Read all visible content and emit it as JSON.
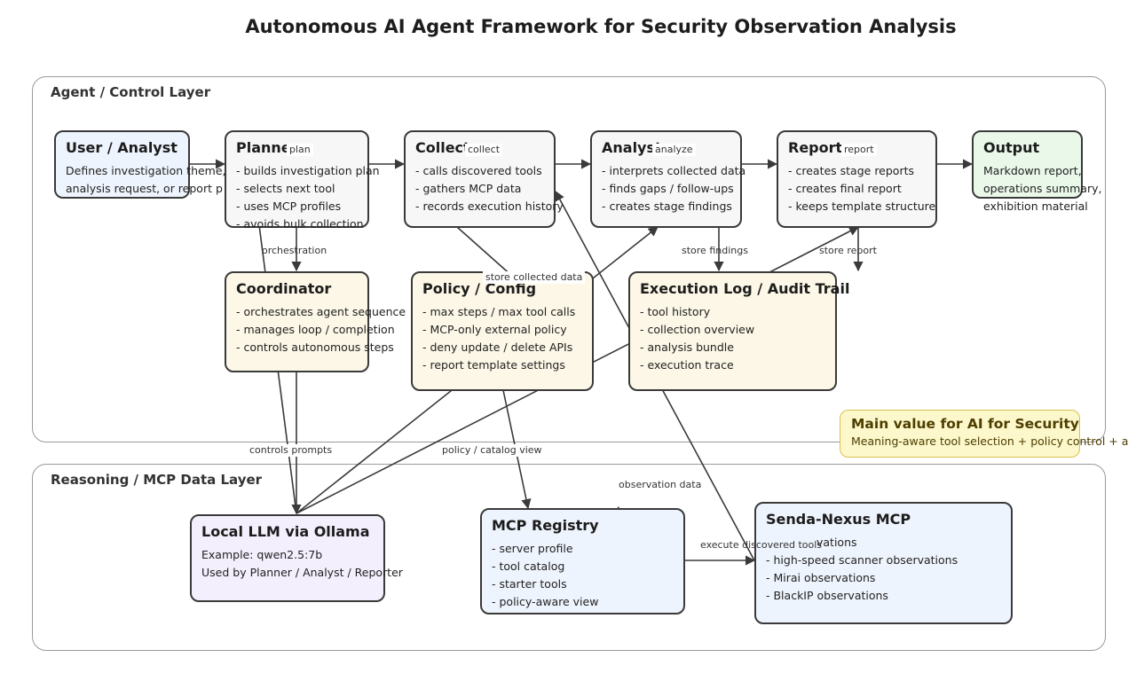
{
  "title": "Autonomous AI Agent Framework for Security Observation Analysis",
  "layers": {
    "control": "Agent / Control Layer",
    "reasoning": "Reasoning / MCP Data Layer"
  },
  "nodes": {
    "user": {
      "title": "User / Analyst",
      "lines": [
        "Defines investigation theme,",
        "analysis request, or report p"
      ]
    },
    "planner": {
      "title": "Planner",
      "lines": [
        "- builds investigation plan",
        "- selects next tool",
        "- uses MCP profiles",
        "- avoids bulk collection"
      ]
    },
    "collector": {
      "title": "Collector",
      "lines": [
        "- calls discovered tools",
        "- gathers MCP data",
        "- records execution history"
      ]
    },
    "analyst": {
      "title": "Analyst",
      "lines": [
        "- interprets collected data",
        "- finds gaps / follow-ups",
        "- creates stage findings"
      ]
    },
    "reporter": {
      "title": "Reporter",
      "lines": [
        "- creates stage reports",
        "- creates final report",
        "- keeps template structure"
      ]
    },
    "output": {
      "title": "Output",
      "lines": [
        "Markdown report,",
        "operations summary,",
        "exhibition material"
      ]
    },
    "coordinator": {
      "title": "Coordinator",
      "lines": [
        "- orchestrates agent sequence",
        "- manages loop / completion",
        "- controls autonomous steps"
      ]
    },
    "policy": {
      "title": "Policy / Config",
      "lines": [
        "- max steps / max tool calls",
        "- MCP-only external policy",
        "- deny update / delete APIs",
        "- report template settings"
      ]
    },
    "log": {
      "title": "Execution Log / Audit Trail",
      "lines": [
        "- tool history",
        "- collection overview",
        "- analysis bundle",
        "- execution trace"
      ]
    },
    "llm": {
      "title": "Local LLM via Ollama",
      "lines": [
        "Example: qwen2.5:7b",
        "Used by Planner / Analyst / Reporter"
      ]
    },
    "registry": {
      "title": "MCP Registry",
      "lines": [
        "- server profile",
        "- tool catalog",
        "- starter tools",
        "- policy-aware view"
      ]
    },
    "senda": {
      "title": "Senda-Nexus MCP",
      "lines": [
        "vations",
        "- high-speed scanner observations",
        "- Mirai observations",
        "- BlackIP observations"
      ]
    }
  },
  "value": {
    "title": "Main value for AI for Security",
    "text": "Meaning-aware tool selection + policy control + a"
  },
  "edges": {
    "plan": "plan",
    "collect": "collect",
    "analyze": "analyze",
    "report": "report",
    "orchestration": "orchestration",
    "store_collected": "store collected data",
    "store_findings": "store findings",
    "store_report": "store report",
    "controls_prompts": "controls prompts",
    "policy_catalog": "policy / catalog view",
    "observation_data": "observation data",
    "execute_tools": "execute discovered tools"
  }
}
